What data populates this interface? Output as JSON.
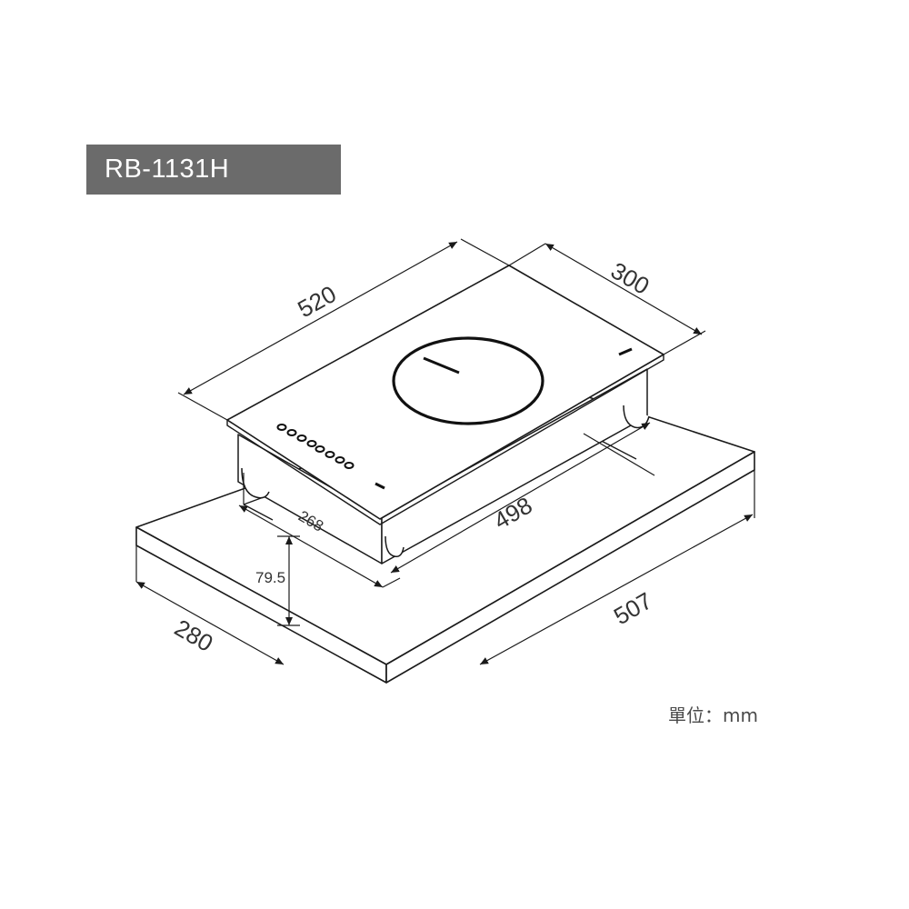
{
  "title": "RB-1131H",
  "dimensions": {
    "length_top": "520",
    "width_top": "300",
    "cutout_width": "268",
    "cutout_length": "498",
    "depth": "79.5",
    "counter_width": "280",
    "counter_length": "507"
  },
  "unit_note": "單位：mm",
  "colors": {
    "title_bg": "#6b6b6b",
    "line": "#1a1a1a",
    "text": "#333333"
  }
}
